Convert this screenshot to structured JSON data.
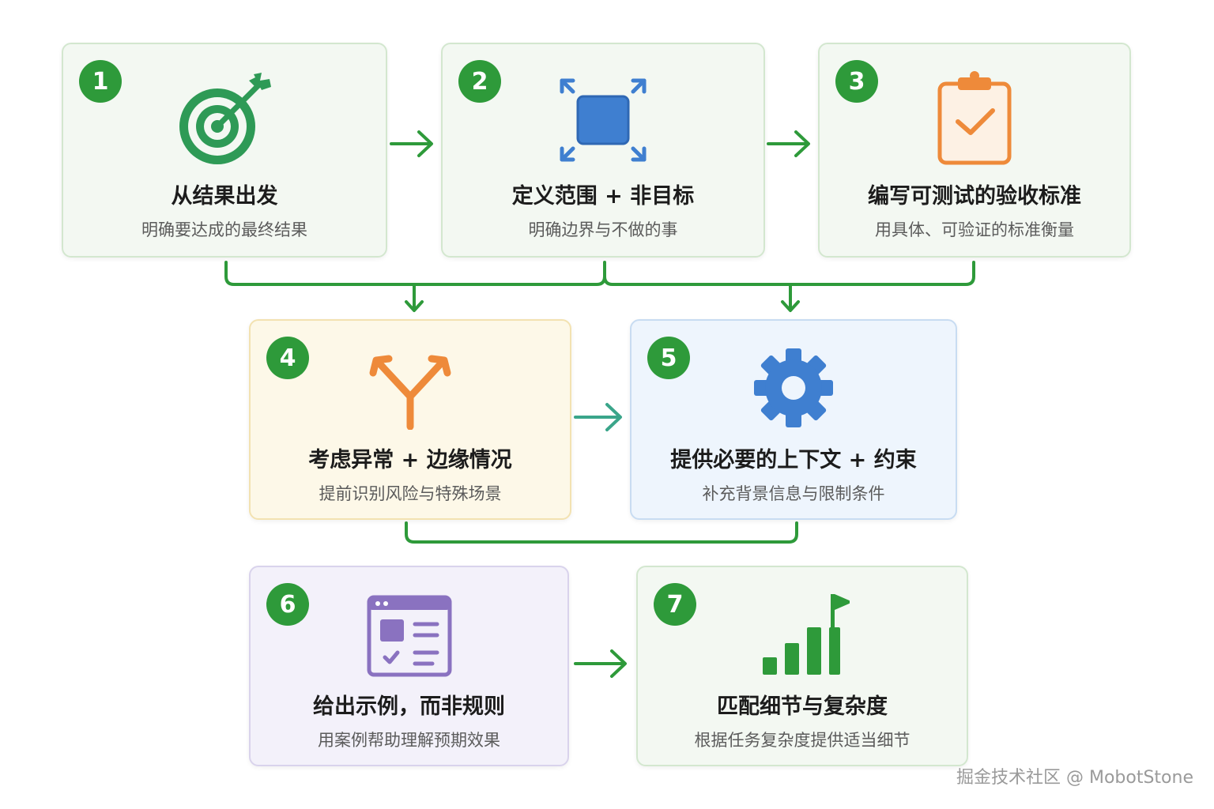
{
  "steps": [
    {
      "num": "1",
      "title": "从结果出发",
      "subtitle": "明确要达成的最终结果",
      "icon": "target-icon",
      "color": "#2e9a56"
    },
    {
      "num": "2",
      "title": "定义范围 + 非目标",
      "subtitle": "明确边界与不做的事",
      "icon": "expand-arrows-icon",
      "color": "#3f7fd0"
    },
    {
      "num": "3",
      "title": "编写可测试的验收标准",
      "subtitle": "用具体、可验证的标准衡量",
      "icon": "clipboard-check-icon",
      "color": "#ee8a3a"
    },
    {
      "num": "4",
      "title": "考虑异常 + 边缘情况",
      "subtitle": "提前识别风险与特殊场景",
      "icon": "split-arrows-icon",
      "color": "#ee8a3a"
    },
    {
      "num": "5",
      "title": "提供必要的上下文 + 约束",
      "subtitle": "补充背景信息与限制条件",
      "icon": "gear-icon",
      "color": "#3f7fd0"
    },
    {
      "num": "6",
      "title": "给出示例，而非规则",
      "subtitle": "用案例帮助理解预期效果",
      "icon": "document-window-icon",
      "color": "#8a72c0"
    },
    {
      "num": "7",
      "title": "匹配细节与复杂度",
      "subtitle": "根据任务复杂度提供适当细节",
      "icon": "bar-chart-flag-icon",
      "color": "#2e9a3a"
    }
  ],
  "colors": {
    "badge": "#2e9a3a",
    "connector": "#2e9a3a",
    "arrow_teal": "#3aa58a"
  },
  "watermark": "掘金技术社区 @ MobotStone"
}
